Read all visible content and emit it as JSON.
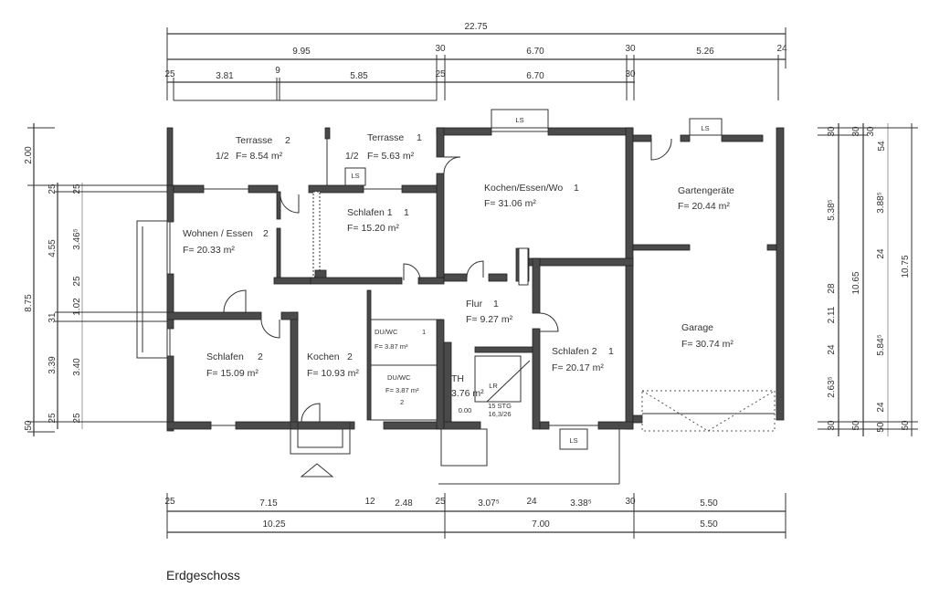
{
  "title": "Erdgeschoss",
  "dimensions": {
    "top": {
      "overall": "22.75",
      "row1": [
        "9.95",
        "30",
        "6.70",
        "30",
        "5.26",
        "24"
      ],
      "row2": [
        "25",
        "3.81",
        "9",
        "5.85",
        "25",
        "6.70",
        "30"
      ]
    },
    "bottom": {
      "row1": [
        "25",
        "7.15",
        "12",
        "2.48",
        "25",
        "3.07⁵",
        "24",
        "3.38⁵",
        "30",
        "5.50"
      ],
      "row2": [
        "10.25",
        "7.00",
        "5.50"
      ]
    },
    "left": {
      "col1": [
        "2.00",
        "8.75",
        "50"
      ],
      "col2": [
        "25",
        "4.55",
        "31",
        "3.39",
        "25"
      ],
      "col3": [
        "25",
        "3.46⁵",
        "25",
        "1.02",
        "3.40",
        "25"
      ]
    },
    "right": {
      "col1": [
        "30",
        "5.38⁵",
        "28",
        "2.11",
        "24",
        "2.63⁵",
        "30"
      ],
      "col2": [
        "30",
        "10.65",
        "50"
      ],
      "col3": [
        "30",
        "54",
        "3.88⁵",
        "24",
        "5.84⁵",
        "50",
        "24",
        "10.75",
        "50"
      ]
    }
  },
  "rooms": [
    {
      "name": "Terrasse",
      "unit": "2",
      "prefix": "1/2",
      "area": "F= 8.54 m²"
    },
    {
      "name": "Terrasse",
      "unit": "1",
      "prefix": "1/2",
      "area": "F= 5.63 m²"
    },
    {
      "name": "Kochen/Essen/Wo",
      "unit": "1",
      "area": "F= 31.06 m²"
    },
    {
      "name": "Gartengeräte",
      "area": "F= 20.44 m²"
    },
    {
      "name": "Wohnen / Essen",
      "unit": "2",
      "area": "F= 20.33 m²"
    },
    {
      "name": "Schlafen 1",
      "unit": "1",
      "area": "F= 15.20 m²"
    },
    {
      "name": "Flur",
      "unit": "1",
      "area": "F= 9.27 m²"
    },
    {
      "name": "Garage",
      "area": "F= 30.74 m²"
    },
    {
      "name": "Schlafen",
      "unit": "2",
      "area": "F= 15.09 m²"
    },
    {
      "name": "Kochen",
      "unit": "2",
      "area": "F= 10.93 m²"
    },
    {
      "name": "DU/WC",
      "unit": "1",
      "area": "F= 3.87 m²"
    },
    {
      "name": "DU/WC",
      "unit": "2",
      "area": "F= 3.87 m²"
    },
    {
      "name": "TH",
      "area": "3.76 m²"
    },
    {
      "name": "Schlafen 2",
      "unit": "1",
      "area": "F= 20.17 m²"
    }
  ],
  "labels": {
    "ls": "LS",
    "lr": "LR",
    "stairs": "15 STG",
    "stairs_ratio": "16,3/26",
    "level": "0.00"
  }
}
